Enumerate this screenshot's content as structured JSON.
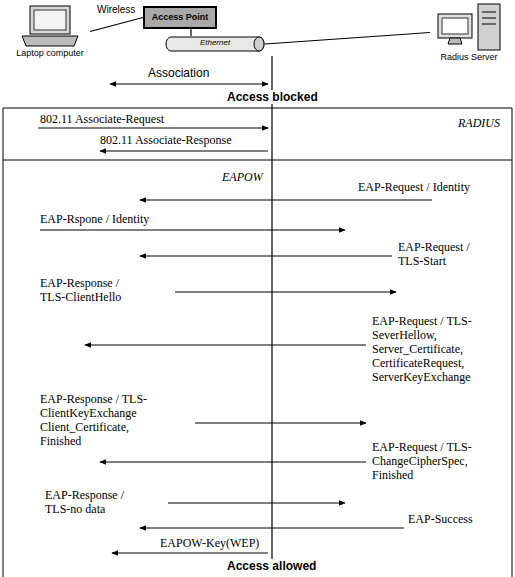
{
  "diagram": {
    "nodes": [
      {
        "text": [
          "Laptop computer"
        ]
      },
      {
        "text": [
          "Access Point"
        ]
      },
      {
        "text": [
          "Ethernet"
        ]
      },
      {
        "text": [
          "Radius Server"
        ]
      }
    ],
    "edges": [
      {
        "from": 0,
        "to": 1,
        "label": "Wireless",
        "arrow": "none"
      },
      {
        "from": 1,
        "to": 2,
        "arrow": "none"
      },
      {
        "from": 2,
        "to": 3,
        "arrow": "none"
      }
    ],
    "labels": [
      "Association",
      "Access blocked",
      "802.11 Associate-Request",
      "802.11 Associate-Response",
      "RADIUS",
      "EAPOW",
      "EAP-Request / Identity",
      "EAP-Rspone / Identity",
      "EAP-Request / TLS-Start",
      "EAP-Response / TLS-ClientHello",
      "EAP-Request / TLS-SeverHellow, Server_Certificate, CertificateRequest, ServerKeyExchange",
      "EAP-Response / TLS-ClientKeyExchange Client_Certificate, Finished",
      "EAP-Request / TLS-ChangeCipherSpec, Finished",
      "EAP-Response / TLS-no data",
      "EAP-Success",
      "EAPOW-Key(WEP)",
      "Access allowed"
    ]
  }
}
